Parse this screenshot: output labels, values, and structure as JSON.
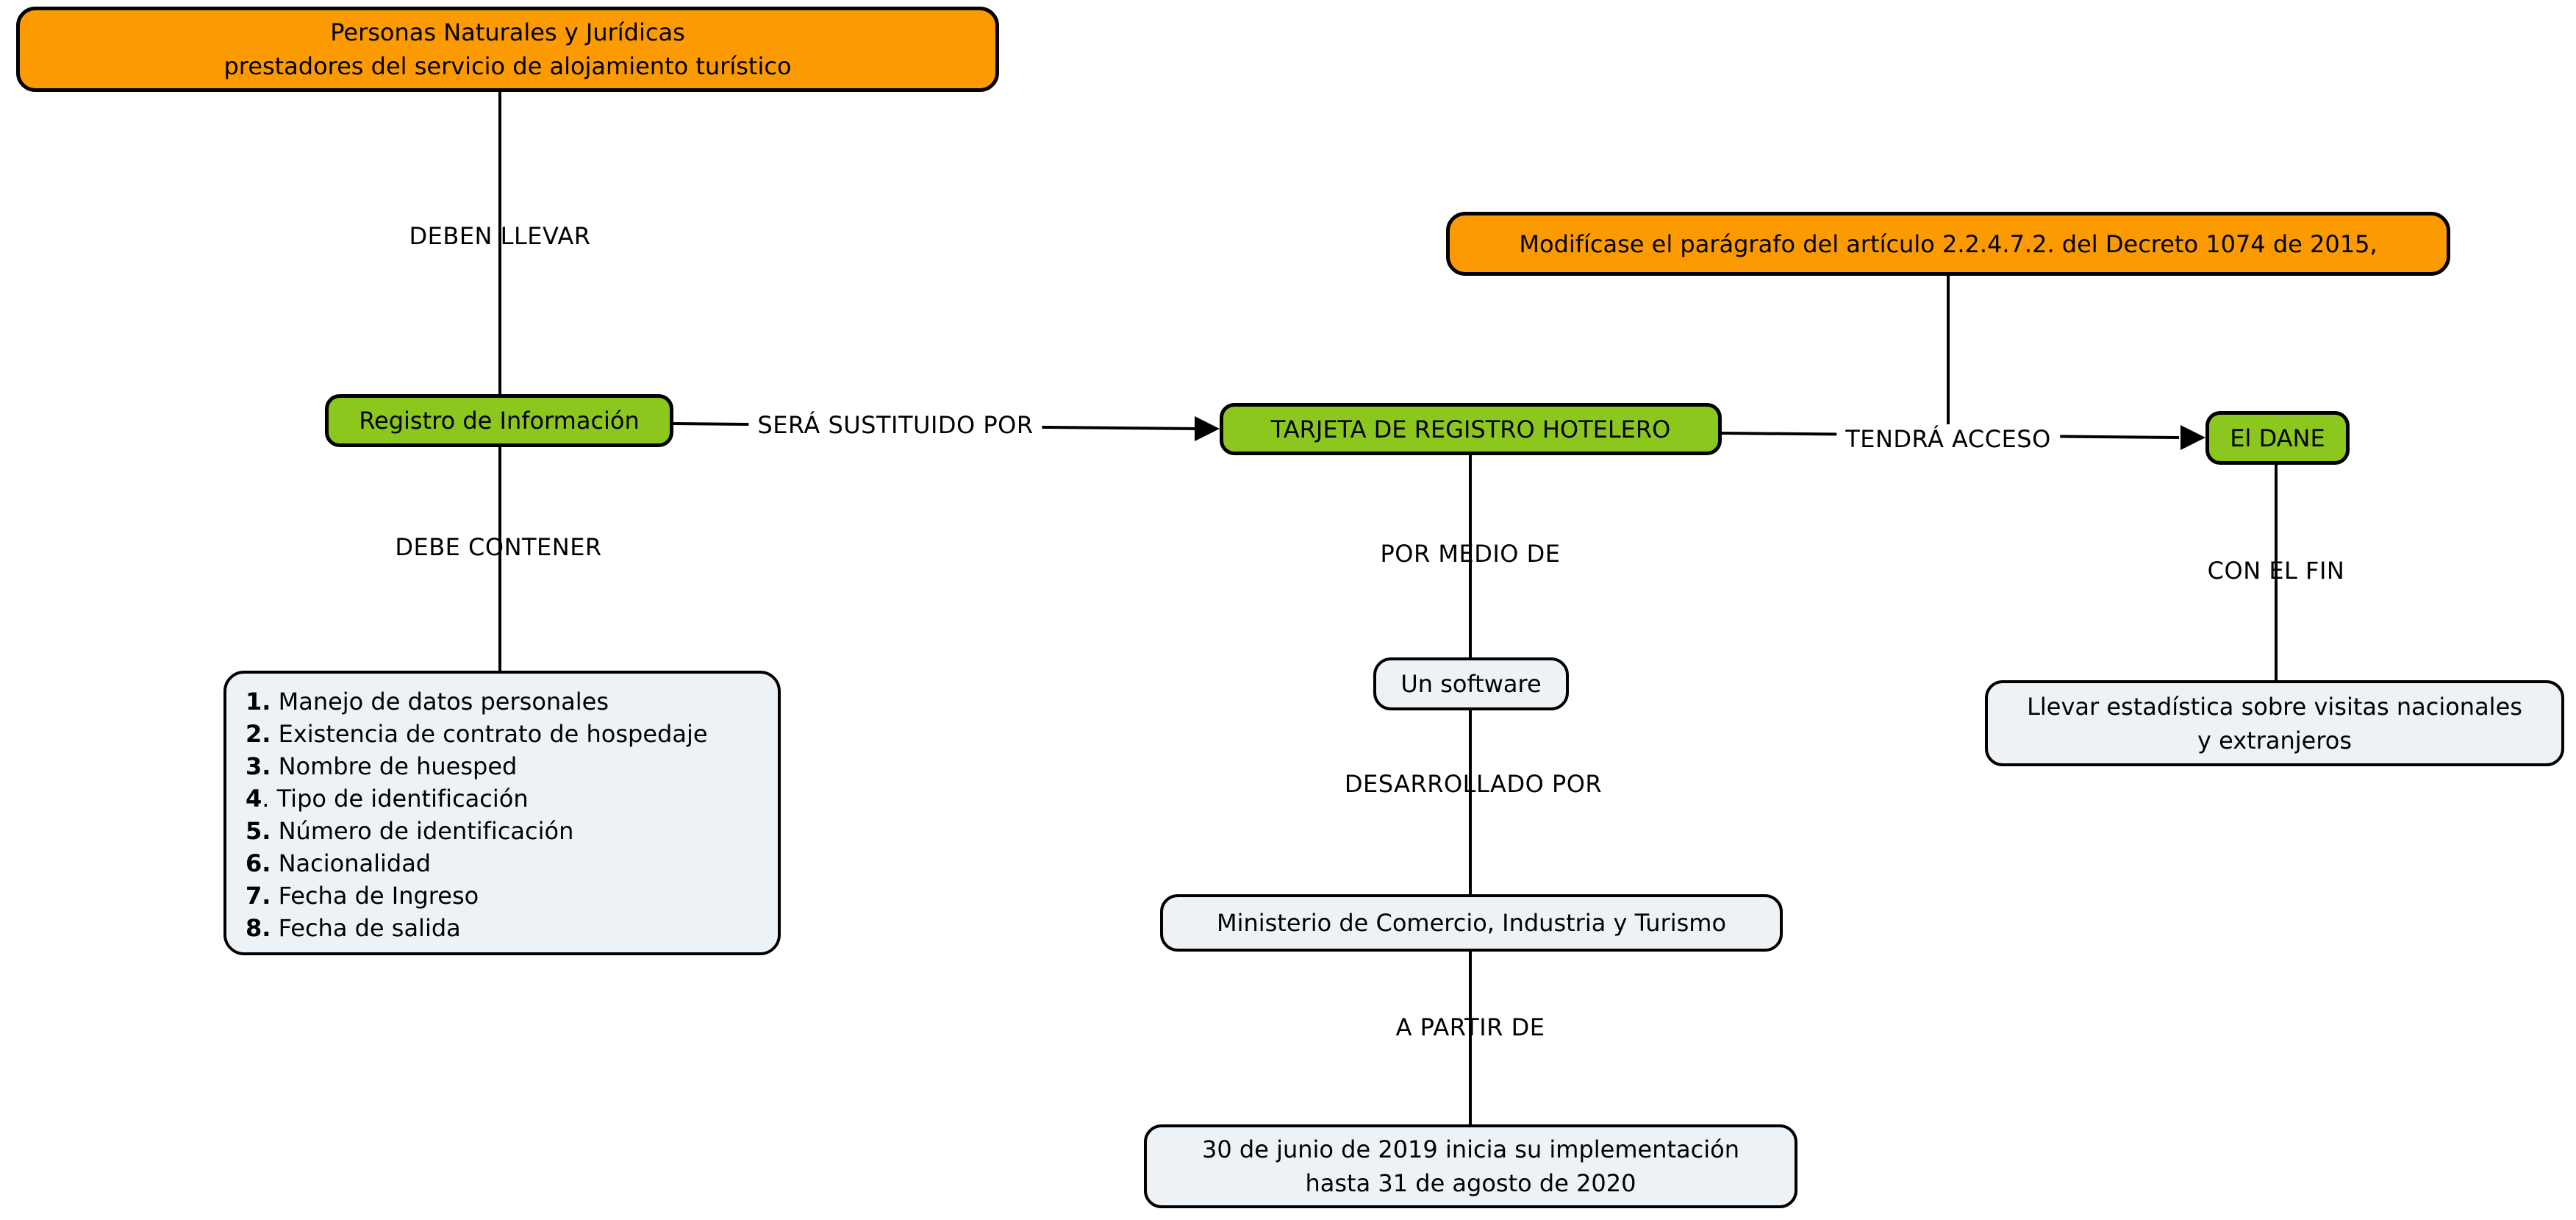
{
  "diagram": {
    "background_color": "#FFFFFF",
    "colors": {
      "node_orange": "#FB9A01",
      "node_green": "#8CC71E",
      "node_light": "#ECF2F5",
      "border": "#000000",
      "connector_line": "#000000",
      "text": "#000000"
    },
    "nodes": {
      "personas": {
        "text": "Personas Naturales y Jurídicas\nprestadores del servicio de alojamiento turístico"
      },
      "decreto": {
        "text": "Modifícase el parágrafo del artículo 2.2.4.7.2. del Decreto 1074 de 2015,"
      },
      "registro": {
        "text": "Registro de Información"
      },
      "tarjeta": {
        "text": "TARJETA DE REGISTRO HOTELERO"
      },
      "dane": {
        "text": "El DANE"
      },
      "software": {
        "text": "Un software"
      },
      "ministerio": {
        "text": "Ministerio de Comercio, Industria y Turismo"
      },
      "fechas": {
        "text": "30 de junio de 2019 inicia su implementación\nhasta 31 de agosto de 2020"
      },
      "estadistica": {
        "text": "Llevar estadística sobre visitas nacionales\ny extranjeros"
      },
      "requisitos": {
        "items": [
          {
            "num": "1.",
            "text": " Manejo de datos personales"
          },
          {
            "num": "2.",
            "text": " Existencia de contrato de hospedaje"
          },
          {
            "num": "3.",
            "text": " Nombre de huesped"
          },
          {
            "num": "4",
            "text": ". Tipo de identificación"
          },
          {
            "num": "5.",
            "text": " Número de identificación"
          },
          {
            "num": "6.",
            "text": " Nacionalidad"
          },
          {
            "num": "7.",
            "text": " Fecha de Ingreso"
          },
          {
            "num": "8.",
            "text": " Fecha de salida"
          }
        ]
      }
    },
    "labels": {
      "deben_llevar": "DEBEN LLEVAR",
      "debe_contener": "DEBE CONTENER",
      "sera_sustituido_por": "SERÁ SUSTITUIDO POR",
      "por_medio_de": "POR MEDIO DE",
      "desarrollado_por": "DESARROLLADO POR",
      "a_partir_de": "A PARTIR DE",
      "tendra_acceso": "TENDRÁ ACCESO",
      "con_el_fin": "CON EL FIN"
    }
  }
}
